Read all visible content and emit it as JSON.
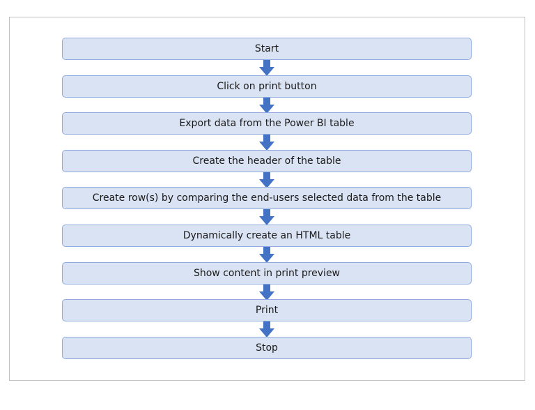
{
  "flowchart": {
    "steps": [
      "Start",
      "Click on print button",
      "Export data from the Power BI table",
      "Create the header of the table",
      "Create row(s) by comparing the end-users selected data from the table",
      "Dynamically create an HTML table",
      "Show content in print preview",
      "Print",
      "Stop"
    ],
    "arrow_color": "#4472c4",
    "box_fill": "#dae3f3",
    "box_border": "#8faadc"
  }
}
